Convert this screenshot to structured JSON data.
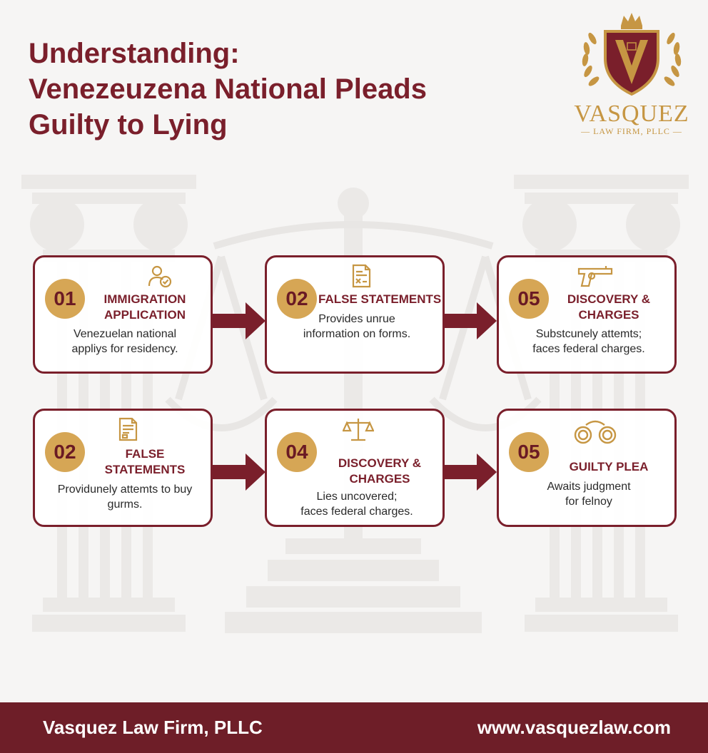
{
  "title": {
    "line1": "Understanding:",
    "line2": "Venezeuzena National Pleads",
    "line3": "Guilty to Lying"
  },
  "logo": {
    "name": "VASQUEZ",
    "subtitle": "LAW FIRM, PLLC"
  },
  "steps": [
    {
      "number": "01",
      "title": [
        "IMMIGRATION",
        "APPLICATION"
      ],
      "description": [
        "Venezuelan national",
        "appliys for residency."
      ],
      "icon": "user-check-icon"
    },
    {
      "number": "02",
      "title": [
        "FALSE STATEMENTS"
      ],
      "description": [
        "Provides unrue",
        "information on forms."
      ],
      "icon": "document-icon"
    },
    {
      "number": "05",
      "title": [
        "DISCOVERY &",
        "CHARGES"
      ],
      "description": [
        "Substcunely attemts;",
        "faces federal charges."
      ],
      "icon": "gun-icon"
    },
    {
      "number": "02",
      "title": [
        "FALSE",
        "STATEMENTS"
      ],
      "description": [
        "Providunely attemts to buy",
        "gurms."
      ],
      "icon": "document-icon"
    },
    {
      "number": "04",
      "title": [
        "DISCOVERY &",
        "CHARGES"
      ],
      "description": [
        "Lies uncovered;",
        "faces federal charges."
      ],
      "icon": "scales-icon"
    },
    {
      "number": "05",
      "title": [
        "GUILTY PLEA"
      ],
      "description": [
        "Awaits judgment",
        "for felnoy"
      ],
      "icon": "handcuffs-icon"
    }
  ],
  "footer": {
    "firm": "Vasquez Law Firm, PLLC",
    "website": "www.vasquezlaw.com"
  },
  "colors": {
    "primary": "#7a1f2b",
    "accent": "#d6a655",
    "footer": "#6e1e28",
    "background": "#f6f5f4"
  }
}
